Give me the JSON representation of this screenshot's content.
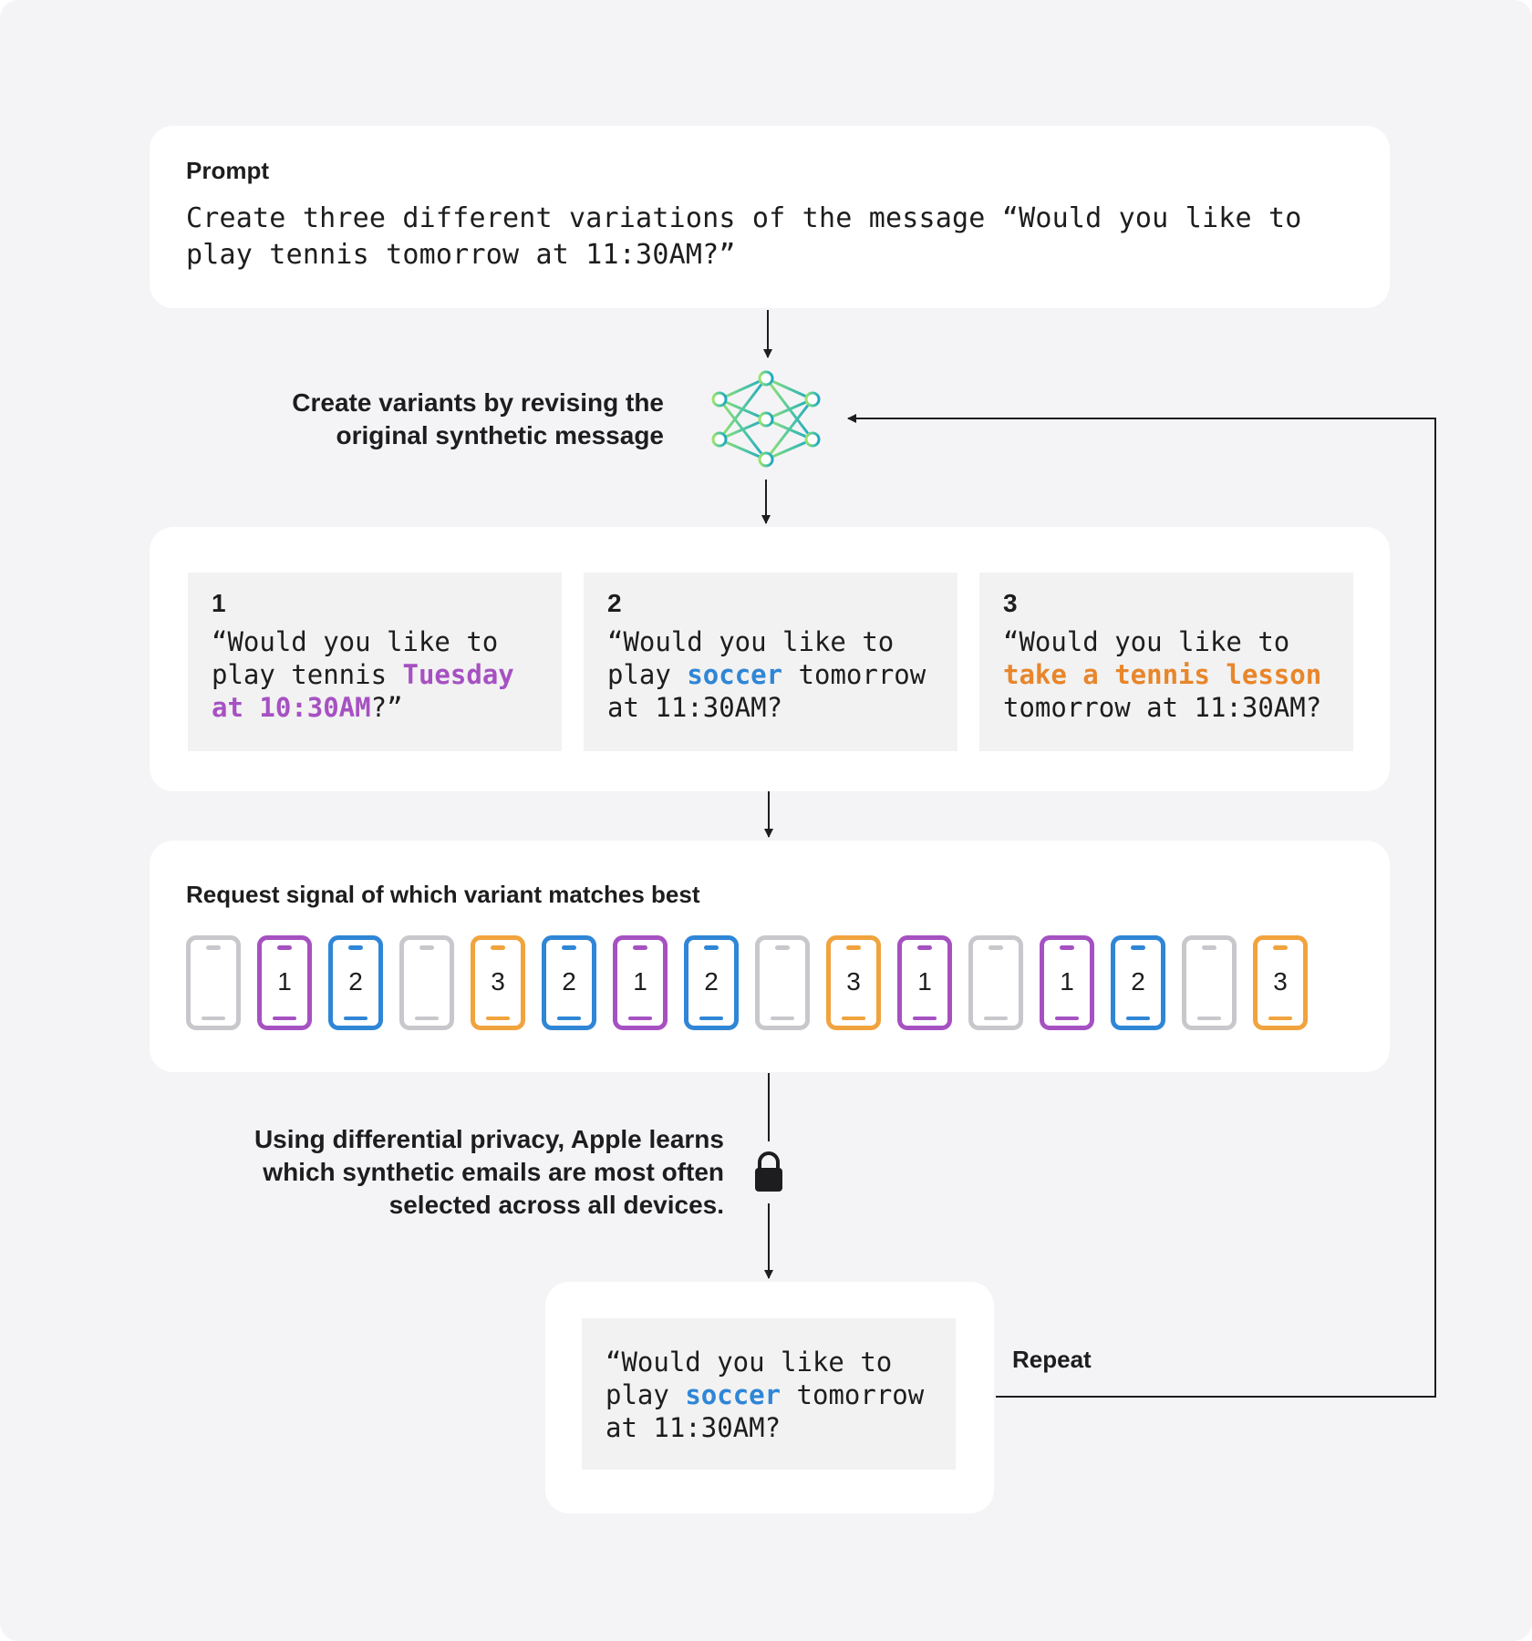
{
  "prompt": {
    "title": "Prompt",
    "text": "Create three different variations of the message “Would you like to play tennis tomorrow at 11:30AM?”"
  },
  "revise_label": "Create variants by revising the original synthetic message",
  "variants": [
    {
      "number": "1",
      "before": "“Would you like to\nplay tennis ",
      "highlight": "Tuesday\nat 10:30AM",
      "after": "?”",
      "highlight_color": "#a651c2"
    },
    {
      "number": "2",
      "before": "“Would you like to\nplay ",
      "highlight": "soccer",
      "after": " tomorrow\nat 11:30AM?",
      "highlight_color": "#2f86d6"
    },
    {
      "number": "3",
      "before": "“Would you like to\n",
      "highlight": "take a tennis lesson",
      "after": "\ntomorrow at 11:30AM?",
      "highlight_color": "#e8862b"
    }
  ],
  "signal": {
    "title": "Request signal of which variant matches best",
    "phones": [
      "",
      "1",
      "2",
      "",
      "3",
      "2",
      "1",
      "2",
      "",
      "3",
      "1",
      "",
      "1",
      "2",
      "",
      "3"
    ],
    "colors": {
      "none": "#c8c8cc",
      "1": "#a651c2",
      "2": "#2f86d6",
      "3": "#f1a33d"
    }
  },
  "privacy_label": "Using differential privacy, Apple learns which synthetic emails are most often selected across all devices.",
  "result": {
    "before": "“Would you like to\nplay ",
    "highlight": "soccer",
    "after": " tomorrow\nat 11:30AM?",
    "highlight_color": "#2f86d6"
  },
  "repeat_label": "Repeat",
  "icons": {
    "model": "neural-network-icon",
    "privacy": "lock-icon"
  }
}
